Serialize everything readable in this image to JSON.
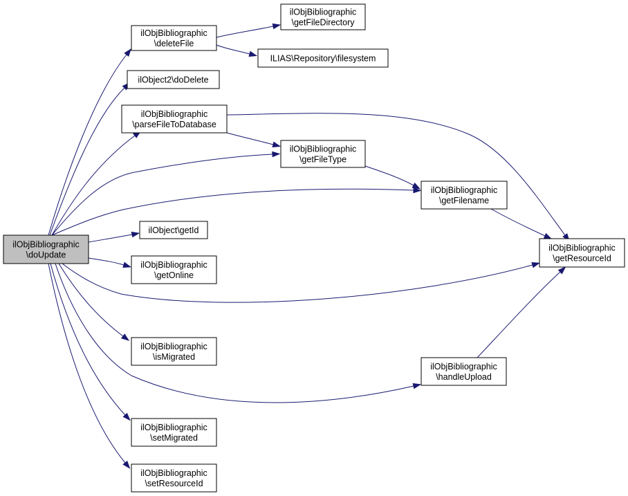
{
  "nodes": {
    "doUpdate": {
      "lines": [
        "ilObjBibliographic",
        "\\doUpdate"
      ],
      "root": true
    },
    "deleteFile": {
      "lines": [
        "ilObjBibliographic",
        "\\deleteFile"
      ]
    },
    "getFileDirectory": {
      "lines": [
        "ilObjBibliographic",
        "\\getFileDirectory"
      ]
    },
    "filesystem": {
      "lines": [
        "ILIAS\\Repository\\filesystem"
      ]
    },
    "doDelete": {
      "lines": [
        "ilObject2\\doDelete"
      ]
    },
    "parseFileToDatabase": {
      "lines": [
        "ilObjBibliographic",
        "\\parseFileToDatabase"
      ]
    },
    "getFileType": {
      "lines": [
        "ilObjBibliographic",
        "\\getFileType"
      ]
    },
    "getFilename": {
      "lines": [
        "ilObjBibliographic",
        "\\getFilename"
      ]
    },
    "getResourceId": {
      "lines": [
        "ilObjBibliographic",
        "\\getResourceId"
      ]
    },
    "getId": {
      "lines": [
        "ilObject\\getId"
      ]
    },
    "getOnline": {
      "lines": [
        "ilObjBibliographic",
        "\\getOnline"
      ]
    },
    "isMigrated": {
      "lines": [
        "ilObjBibliographic",
        "\\isMigrated"
      ]
    },
    "handleUpload": {
      "lines": [
        "ilObjBibliographic",
        "\\handleUpload"
      ]
    },
    "setMigrated": {
      "lines": [
        "ilObjBibliographic",
        "\\setMigrated"
      ]
    },
    "setResourceId": {
      "lines": [
        "ilObjBibliographic",
        "\\setResourceId"
      ]
    }
  },
  "edges": [
    {
      "from": "doUpdate",
      "to": "deleteFile"
    },
    {
      "from": "deleteFile",
      "to": "getFileDirectory"
    },
    {
      "from": "deleteFile",
      "to": "filesystem"
    },
    {
      "from": "doUpdate",
      "to": "doDelete"
    },
    {
      "from": "doUpdate",
      "to": "parseFileToDatabase"
    },
    {
      "from": "parseFileToDatabase",
      "to": "getResourceId"
    },
    {
      "from": "parseFileToDatabase",
      "to": "getFileType"
    },
    {
      "from": "doUpdate",
      "to": "getFileType"
    },
    {
      "from": "getFileType",
      "to": "getFilename"
    },
    {
      "from": "doUpdate",
      "to": "getFilename"
    },
    {
      "from": "getFilename",
      "to": "getResourceId"
    },
    {
      "from": "doUpdate",
      "to": "getId"
    },
    {
      "from": "doUpdate",
      "to": "getOnline"
    },
    {
      "from": "doUpdate",
      "to": "getResourceId"
    },
    {
      "from": "doUpdate",
      "to": "isMigrated"
    },
    {
      "from": "doUpdate",
      "to": "handleUpload"
    },
    {
      "from": "handleUpload",
      "to": "getResourceId"
    },
    {
      "from": "doUpdate",
      "to": "setMigrated"
    },
    {
      "from": "doUpdate",
      "to": "setResourceId"
    }
  ]
}
